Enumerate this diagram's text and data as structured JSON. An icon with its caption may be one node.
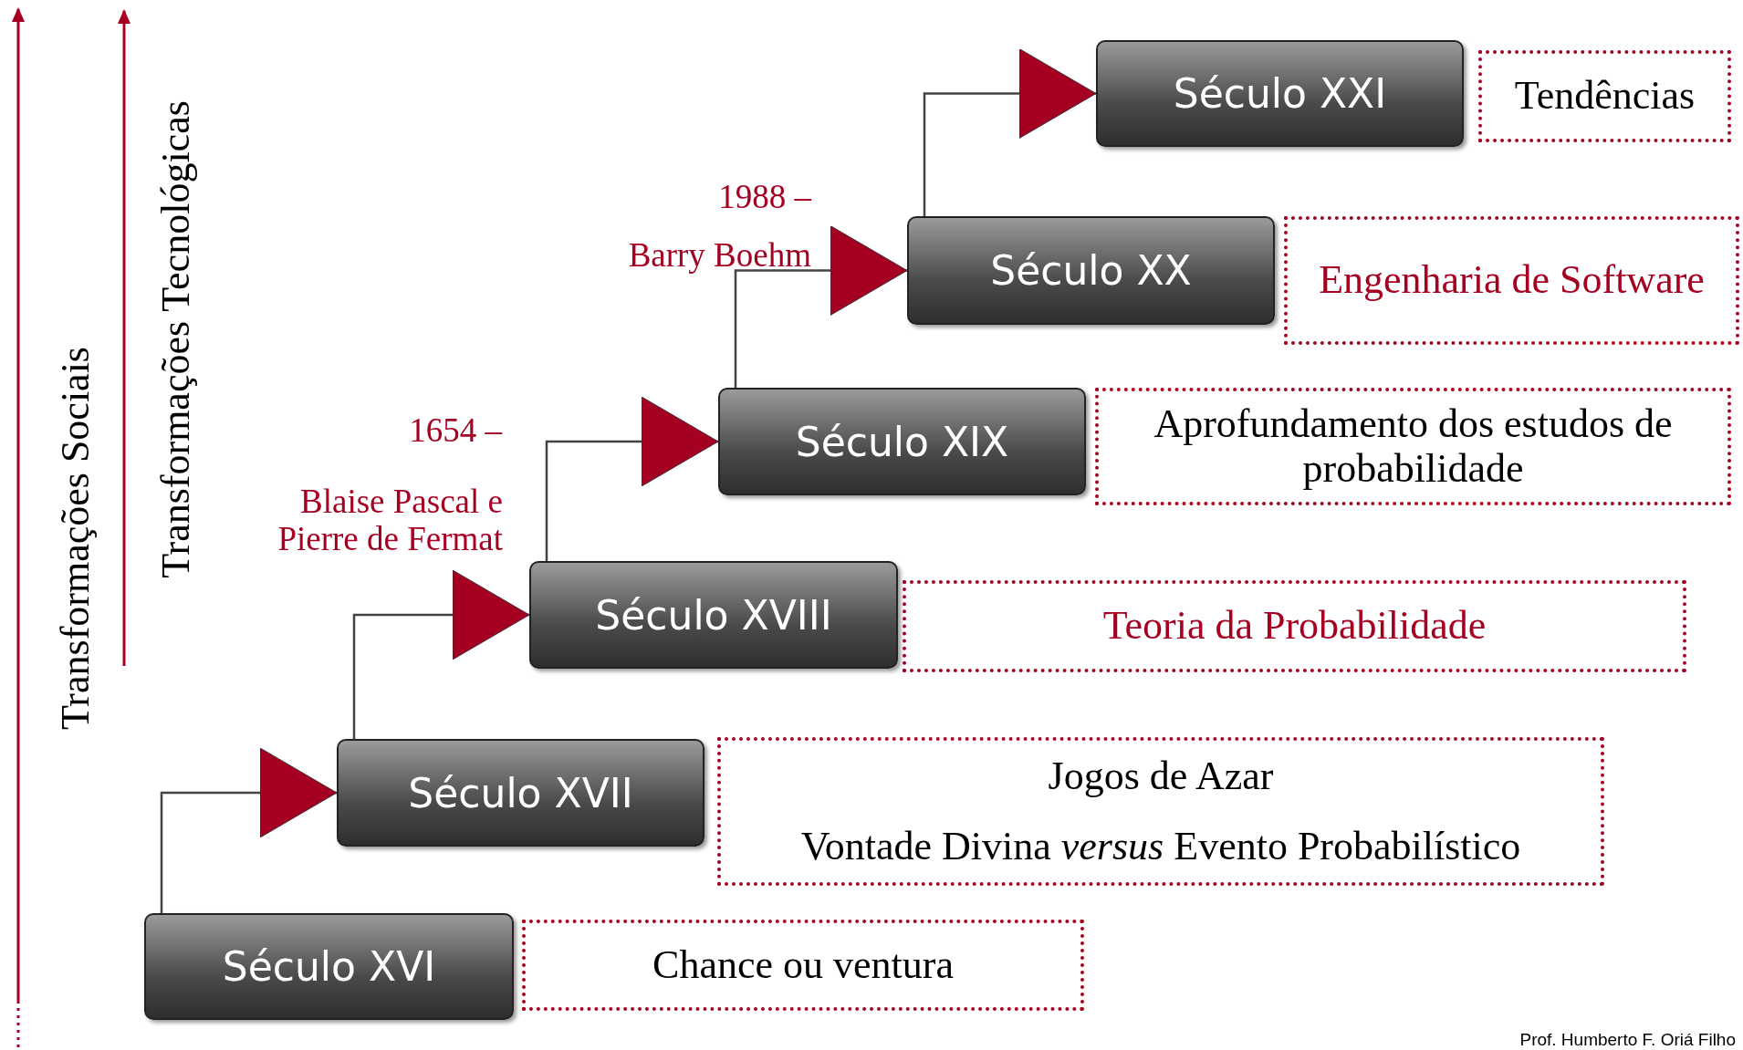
{
  "diagram": {
    "nodes": [
      {
        "text": [
          "Século XXI"
        ]
      },
      {
        "text": [
          "Tendências"
        ]
      },
      {
        "text": [
          "Século XX"
        ]
      },
      {
        "text": [
          "Engenharia de Software"
        ]
      },
      {
        "text": [
          "Século XIX"
        ]
      },
      {
        "text": [
          "Aprofundamento dos estudos de probabilidade"
        ]
      },
      {
        "text": [
          "Século XVIII"
        ]
      },
      {
        "text": [
          "Teoria da Probabilidade"
        ]
      },
      {
        "text": [
          "Século XVII"
        ]
      },
      {
        "text": [
          "Jogos de Azar",
          "Vontade Divina *versus* Evento Probabilístico"
        ]
      },
      {
        "text": [
          "Século XVI"
        ]
      },
      {
        "text": [
          "Chance ou ventura"
        ]
      }
    ],
    "edges": [
      {
        "from": 10,
        "to": 8,
        "arrow": "to"
      },
      {
        "from": 8,
        "to": 6,
        "arrow": "to"
      },
      {
        "from": 6,
        "to": 4,
        "arrow": "to"
      },
      {
        "from": 4,
        "to": 2,
        "arrow": "to"
      },
      {
        "from": 2,
        "to": 0,
        "arrow": "to"
      }
    ],
    "labels": [
      "Transformações Sociais",
      "Transformações Tecnológicas",
      "1988 –",
      "Barry Boehm",
      "1654 –",
      "Blaise Pascal e Pierre de Fermat",
      "Prof. Humberto F. Oriá Filho"
    ]
  }
}
